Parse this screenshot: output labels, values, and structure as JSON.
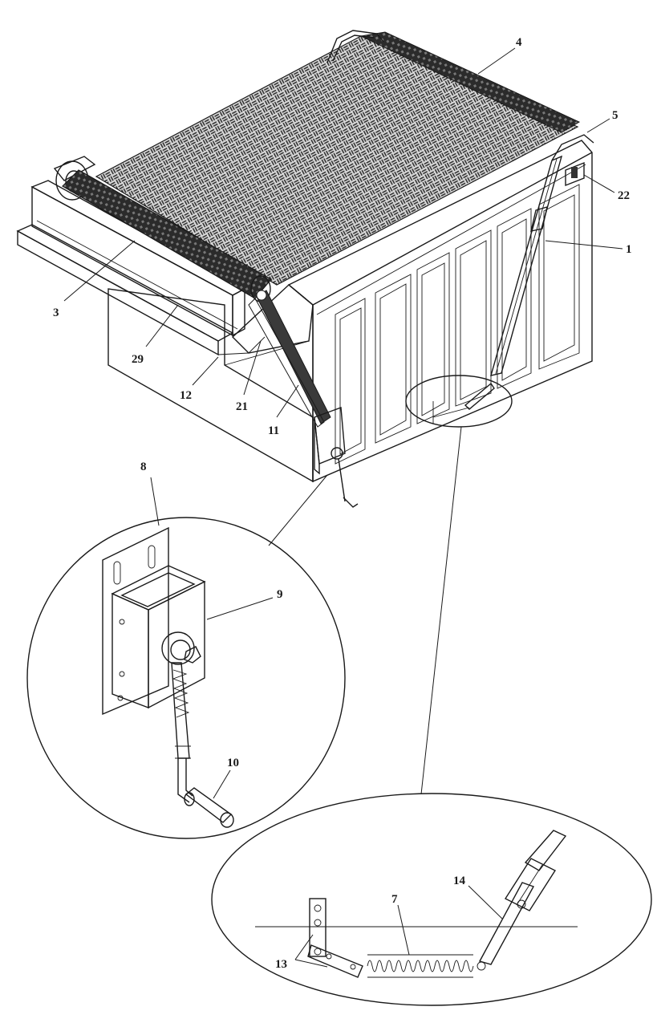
{
  "figure": {
    "callouts": [
      {
        "id": "c3",
        "text": "3"
      },
      {
        "id": "c4",
        "text": "4"
      },
      {
        "id": "c5",
        "text": "5"
      },
      {
        "id": "c22",
        "text": "22"
      },
      {
        "id": "c1",
        "text": "1"
      },
      {
        "id": "c29",
        "text": "29"
      },
      {
        "id": "c12",
        "text": "12"
      },
      {
        "id": "c21",
        "text": "21"
      },
      {
        "id": "c11",
        "text": "11"
      },
      {
        "id": "c8",
        "text": "8"
      },
      {
        "id": "c9",
        "text": "9"
      },
      {
        "id": "c10",
        "text": "10"
      },
      {
        "id": "c14",
        "text": "14"
      },
      {
        "id": "c7",
        "text": "7"
      },
      {
        "id": "c13",
        "text": "13"
      }
    ]
  },
  "colors": {
    "line": "#1a1a1a",
    "tarp_fill": "#bdbdbd",
    "roll_fill": "#2b2b2b",
    "background": "#ffffff"
  }
}
